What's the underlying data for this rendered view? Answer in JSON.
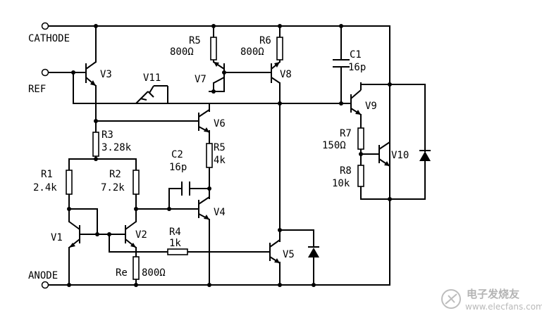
{
  "terminals": {
    "cathode": "CATHODE",
    "ref": "REF",
    "anode": "ANODE"
  },
  "transistors": {
    "v1": "V1",
    "v2": "V2",
    "v3": "V3",
    "v4": "V4",
    "v5": "V5",
    "v6": "V6",
    "v7": "V7",
    "v8": "V8",
    "v9": "V9",
    "v10": "V10",
    "v11": "V11"
  },
  "resistors": {
    "r1": {
      "name": "R1",
      "value": "2.4k"
    },
    "r2": {
      "name": "R2",
      "value": "7.2k"
    },
    "r3": {
      "name": "R3",
      "value": "3.28k"
    },
    "r4": {
      "name": "R4",
      "value": "1k"
    },
    "r5_top": {
      "name": "R5",
      "value": "800Ω"
    },
    "r5_mid": {
      "name": "R5",
      "value": "4k"
    },
    "r6": {
      "name": "R6",
      "value": "800Ω"
    },
    "r7": {
      "name": "R7",
      "value": "150Ω"
    },
    "r8": {
      "name": "R8",
      "value": "10k"
    },
    "re": {
      "name": "Re",
      "value": "800Ω"
    }
  },
  "capacitors": {
    "c1": {
      "name": "C1",
      "value": "16p"
    },
    "c2": {
      "name": "C2",
      "value": "16p"
    }
  },
  "watermark": {
    "text": "电子发烧友",
    "url": "www.elecfans.com"
  }
}
